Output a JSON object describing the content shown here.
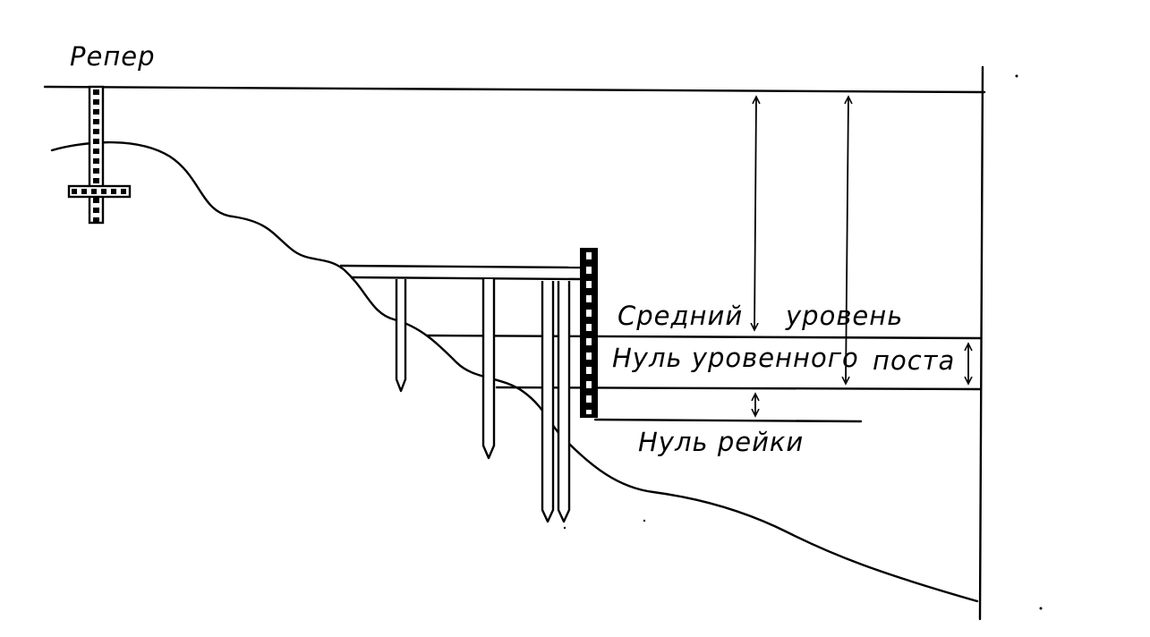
{
  "labels": {
    "benchmark": "Репер",
    "mean_level": "Средний",
    "mean_level_2": "уровень",
    "post_zero": "Нуль уровенного",
    "post_zero_2": "поста",
    "staff_zero": "Нуль рейки"
  }
}
